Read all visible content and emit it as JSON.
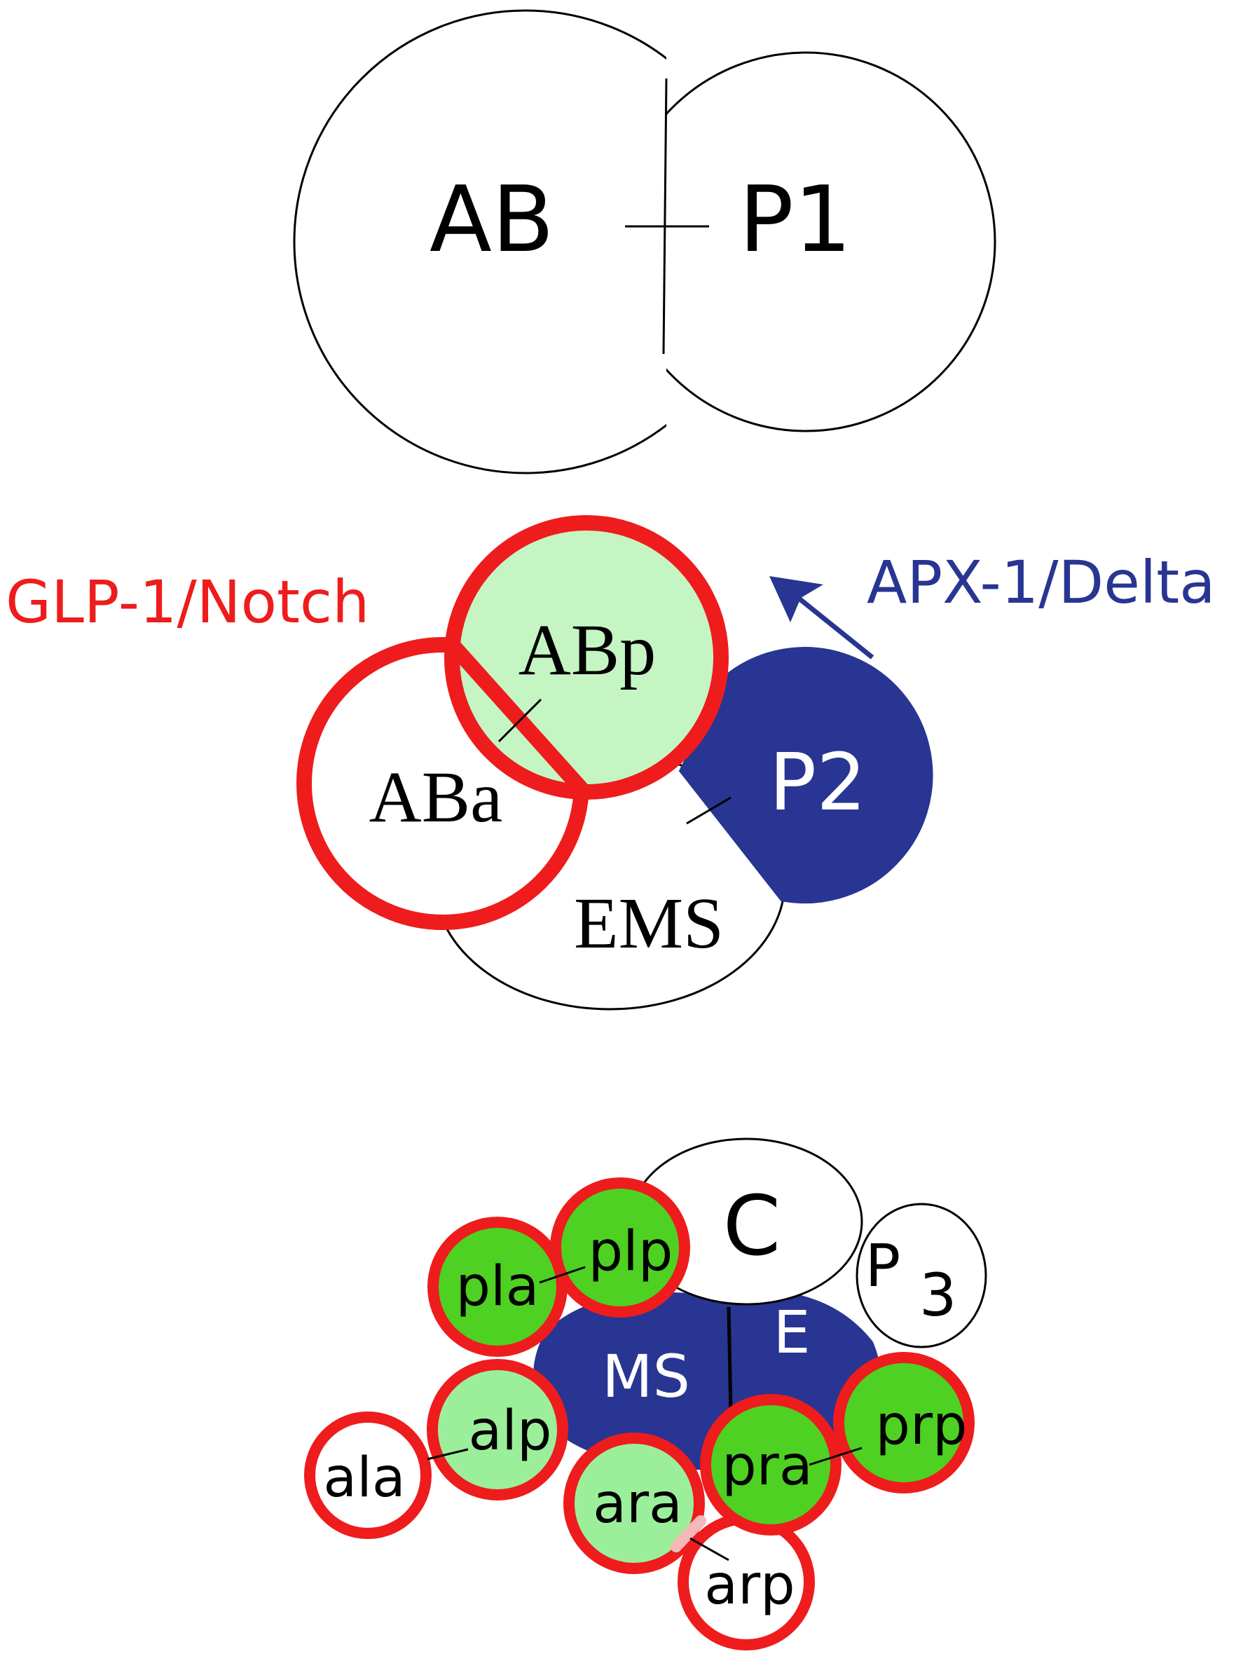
{
  "colors": {
    "notch_red": "#ee1c1c",
    "delta_blue": "#283592",
    "light_green": "#c5f5c3",
    "mid_green": "#9cef9a",
    "bright_green": "#4ed122",
    "outline": "#000000",
    "white": "#ffffff"
  },
  "stage_two_cell": {
    "cell_ab": "AB",
    "cell_p1": "P1"
  },
  "stage_four_cell": {
    "signal_receptor": "GLP-1/Notch",
    "signal_ligand": "APX-1/Delta",
    "cell_abp": "ABp",
    "cell_aba": "ABa",
    "cell_p2": "P2",
    "cell_ems": "EMS"
  },
  "stage_twelve_cell": {
    "cell_c": "C",
    "cell_p3_base": "P",
    "cell_p3_sub": "3",
    "cell_e": "E",
    "cell_ms": "MS",
    "cell_pla": "pla",
    "cell_plp": "plp",
    "cell_alp": "alp",
    "cell_ala": "ala",
    "cell_ara": "ara",
    "cell_arp": "arp",
    "cell_pra": "pra",
    "cell_prp": "prp"
  }
}
